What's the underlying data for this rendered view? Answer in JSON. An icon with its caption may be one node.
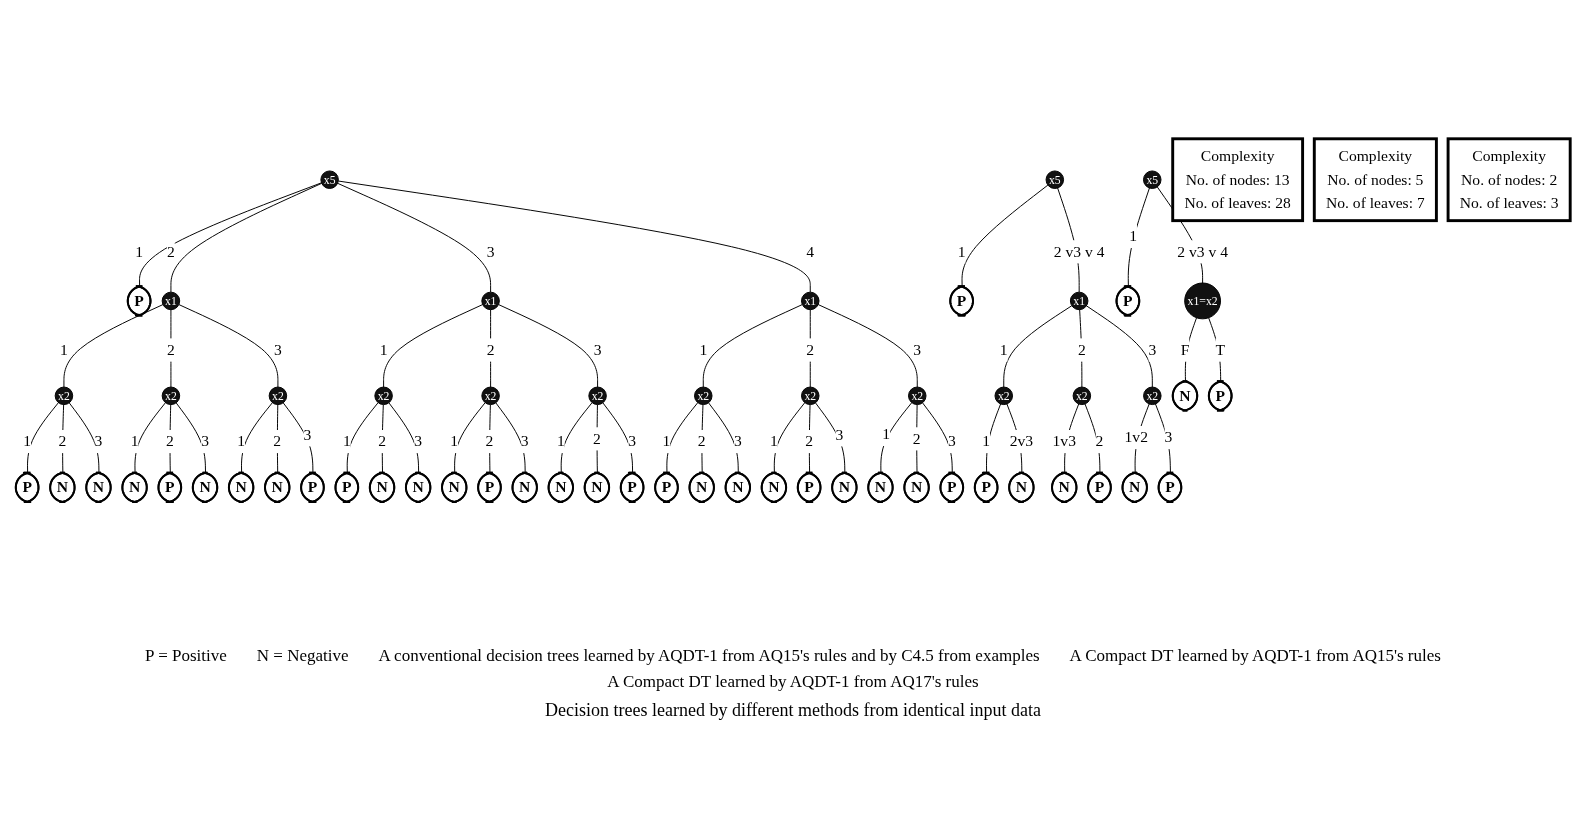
{
  "diagram": {
    "caption": "Decision trees learned by different methods from identical input data",
    "nodes": [
      {
        "text": [
          "Complexity",
          "No. of nodes: 13",
          "No. of leaves: 28"
        ]
      },
      {
        "text": [
          "x5"
        ]
      },
      {
        "text": [
          "P"
        ]
      },
      {
        "text": [
          "x1"
        ]
      },
      {
        "text": [
          "x2"
        ]
      },
      {
        "text": [
          "P"
        ]
      },
      {
        "text": [
          "N"
        ]
      },
      {
        "text": [
          "N"
        ]
      },
      {
        "text": [
          "x2"
        ]
      },
      {
        "text": [
          "N"
        ]
      },
      {
        "text": [
          "P"
        ]
      },
      {
        "text": [
          "N"
        ]
      },
      {
        "text": [
          "x2"
        ]
      },
      {
        "text": [
          "N"
        ]
      },
      {
        "text": [
          "N"
        ]
      },
      {
        "text": [
          "P"
        ]
      },
      {
        "text": [
          "x1"
        ]
      },
      {
        "text": [
          "x2"
        ]
      },
      {
        "text": [
          "P"
        ]
      },
      {
        "text": [
          "N"
        ]
      },
      {
        "text": [
          "N"
        ]
      },
      {
        "text": [
          "x2"
        ]
      },
      {
        "text": [
          "N"
        ]
      },
      {
        "text": [
          "P"
        ]
      },
      {
        "text": [
          "N"
        ]
      },
      {
        "text": [
          "x2"
        ]
      },
      {
        "text": [
          "N"
        ]
      },
      {
        "text": [
          "N"
        ]
      },
      {
        "text": [
          "P"
        ]
      },
      {
        "text": [
          "x1"
        ]
      },
      {
        "text": [
          "x2"
        ]
      },
      {
        "text": [
          "P"
        ]
      },
      {
        "text": [
          "N"
        ]
      },
      {
        "text": [
          "N"
        ]
      },
      {
        "text": [
          "x2"
        ]
      },
      {
        "text": [
          "N"
        ]
      },
      {
        "text": [
          "P"
        ]
      },
      {
        "text": [
          "N"
        ]
      },
      {
        "text": [
          "x2"
        ]
      },
      {
        "text": [
          "N"
        ]
      },
      {
        "text": [
          "N"
        ]
      },
      {
        "text": [
          "P"
        ]
      },
      {
        "text": [
          "Complexity",
          "No. of nodes: 5",
          "No. of leaves: 7"
        ]
      },
      {
        "text": [
          "x5"
        ]
      },
      {
        "text": [
          "P"
        ]
      },
      {
        "text": [
          "x1"
        ]
      },
      {
        "text": [
          "x2"
        ]
      },
      {
        "text": [
          "P"
        ]
      },
      {
        "text": [
          "N"
        ]
      },
      {
        "text": [
          "x2"
        ]
      },
      {
        "text": [
          "N"
        ]
      },
      {
        "text": [
          "P"
        ]
      },
      {
        "text": [
          "x2"
        ]
      },
      {
        "text": [
          "N"
        ]
      },
      {
        "text": [
          "P"
        ]
      },
      {
        "text": [
          "Complexity",
          "No. of nodes: 2",
          "No. of leaves: 3"
        ]
      },
      {
        "text": [
          "x5"
        ]
      },
      {
        "text": [
          "P"
        ]
      },
      {
        "text": [
          "x1=x2"
        ]
      },
      {
        "text": [
          "N"
        ]
      },
      {
        "text": [
          "P"
        ]
      }
    ],
    "edges": [
      {
        "from": 1,
        "to": 2,
        "label": "1",
        "arrow": "none"
      },
      {
        "from": 1,
        "to": 3,
        "label": "2",
        "arrow": "none"
      },
      {
        "from": 1,
        "to": 16,
        "label": "3",
        "arrow": "none"
      },
      {
        "from": 1,
        "to": 29,
        "label": "4",
        "arrow": "none"
      },
      {
        "from": 3,
        "to": 4,
        "label": "1",
        "arrow": "none"
      },
      {
        "from": 3,
        "to": 8,
        "label": "2",
        "arrow": "none"
      },
      {
        "from": 3,
        "to": 12,
        "label": "3",
        "arrow": "none"
      },
      {
        "from": 4,
        "to": 5,
        "label": "1",
        "arrow": "none"
      },
      {
        "from": 4,
        "to": 6,
        "label": "2",
        "arrow": "none"
      },
      {
        "from": 4,
        "to": 7,
        "label": "3",
        "arrow": "none"
      },
      {
        "from": 8,
        "to": 9,
        "label": "1",
        "arrow": "none"
      },
      {
        "from": 8,
        "to": 10,
        "label": "2",
        "arrow": "none"
      },
      {
        "from": 8,
        "to": 11,
        "label": "3",
        "arrow": "none"
      },
      {
        "from": 12,
        "to": 13,
        "label": "1",
        "arrow": "none"
      },
      {
        "from": 12,
        "to": 14,
        "label": "2",
        "arrow": "none"
      },
      {
        "from": 12,
        "to": 15,
        "label": "3",
        "arrow": "none"
      },
      {
        "from": 16,
        "to": 17,
        "label": "1",
        "arrow": "none"
      },
      {
        "from": 16,
        "to": 21,
        "label": "2",
        "arrow": "none"
      },
      {
        "from": 16,
        "to": 25,
        "label": "3",
        "arrow": "none"
      },
      {
        "from": 17,
        "to": 18,
        "label": "1",
        "arrow": "none"
      },
      {
        "from": 17,
        "to": 19,
        "label": "2",
        "arrow": "none"
      },
      {
        "from": 17,
        "to": 20,
        "label": "3",
        "arrow": "none"
      },
      {
        "from": 21,
        "to": 22,
        "label": "1",
        "arrow": "none"
      },
      {
        "from": 21,
        "to": 23,
        "label": "2",
        "arrow": "none"
      },
      {
        "from": 21,
        "to": 24,
        "label": "3",
        "arrow": "none"
      },
      {
        "from": 25,
        "to": 26,
        "label": "1",
        "arrow": "none"
      },
      {
        "from": 25,
        "to": 27,
        "label": "2",
        "arrow": "none"
      },
      {
        "from": 25,
        "to": 28,
        "label": "3",
        "arrow": "none"
      },
      {
        "from": 29,
        "to": 30,
        "label": "1",
        "arrow": "none"
      },
      {
        "from": 29,
        "to": 34,
        "label": "2",
        "arrow": "none"
      },
      {
        "from": 29,
        "to": 38,
        "label": "3",
        "arrow": "none"
      },
      {
        "from": 30,
        "to": 31,
        "label": "1",
        "arrow": "none"
      },
      {
        "from": 30,
        "to": 32,
        "label": "2",
        "arrow": "none"
      },
      {
        "from": 30,
        "to": 33,
        "label": "3",
        "arrow": "none"
      },
      {
        "from": 34,
        "to": 35,
        "label": "1",
        "arrow": "none"
      },
      {
        "from": 34,
        "to": 36,
        "label": "2",
        "arrow": "none"
      },
      {
        "from": 34,
        "to": 37,
        "label": "3",
        "arrow": "none"
      },
      {
        "from": 38,
        "to": 39,
        "label": "1",
        "arrow": "none"
      },
      {
        "from": 38,
        "to": 40,
        "label": "2",
        "arrow": "none"
      },
      {
        "from": 38,
        "to": 41,
        "label": "3",
        "arrow": "none"
      },
      {
        "from": 43,
        "to": 44,
        "label": "1",
        "arrow": "none"
      },
      {
        "from": 43,
        "to": 45,
        "label": "2 v3 v 4",
        "arrow": "none"
      },
      {
        "from": 45,
        "to": 46,
        "label": "1",
        "arrow": "none"
      },
      {
        "from": 45,
        "to": 49,
        "label": "2",
        "arrow": "none"
      },
      {
        "from": 45,
        "to": 52,
        "label": "3",
        "arrow": "none"
      },
      {
        "from": 46,
        "to": 47,
        "label": "1",
        "arrow": "none"
      },
      {
        "from": 46,
        "to": 48,
        "label": "2v3",
        "arrow": "none"
      },
      {
        "from": 49,
        "to": 50,
        "label": "1v3",
        "arrow": "none"
      },
      {
        "from": 49,
        "to": 51,
        "label": "2",
        "arrow": "none"
      },
      {
        "from": 52,
        "to": 53,
        "label": "1v2",
        "arrow": "none"
      },
      {
        "from": 52,
        "to": 54,
        "label": "3",
        "arrow": "none"
      },
      {
        "from": 56,
        "to": 57,
        "label": "1",
        "arrow": "none"
      },
      {
        "from": 56,
        "to": 58,
        "label": "2 v3 v 4",
        "arrow": "none"
      },
      {
        "from": 58,
        "to": 59,
        "label": "F",
        "arrow": "none"
      },
      {
        "from": 58,
        "to": 60,
        "label": "T",
        "arrow": "none"
      }
    ],
    "labels": [
      "P = Positive",
      "N = Negative",
      "A conventional decision trees learned by AQDT-1 from AQ15's rules and by C4.5 from examples",
      "A Compact DT learned by AQDT-1 from AQ15's rules",
      "A Compact DT learned by AQDT-1 from AQ17's rules"
    ]
  }
}
